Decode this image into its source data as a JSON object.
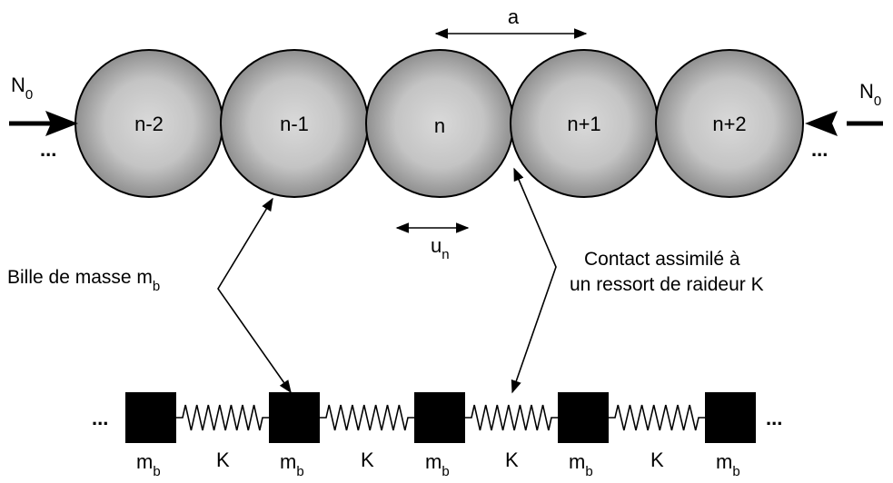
{
  "beads": [
    {
      "label": "n-2"
    },
    {
      "label": "n-1"
    },
    {
      "label": "n"
    },
    {
      "label": "n+1"
    },
    {
      "label": "n+2"
    }
  ],
  "force_left": {
    "main": "N",
    "sub": "0"
  },
  "force_right": {
    "main": "N",
    "sub": "0"
  },
  "ellipsis": "...",
  "spacing_label": "a",
  "displacement": {
    "main": "u",
    "sub": "n"
  },
  "bead_caption": {
    "main": "Bille de masse m",
    "sub": "b"
  },
  "contact_caption": {
    "line1": "Contact assimilé à",
    "line2": "un ressort de raideur K"
  },
  "chain": {
    "mass_label": {
      "main": "m",
      "sub": "b"
    },
    "spring_label": "K",
    "mass_count": 5,
    "spring_count": 4
  },
  "colors": {
    "bead_light": "#d9d9d9",
    "bead_dark": "#8f8f8f",
    "line": "#000000"
  }
}
